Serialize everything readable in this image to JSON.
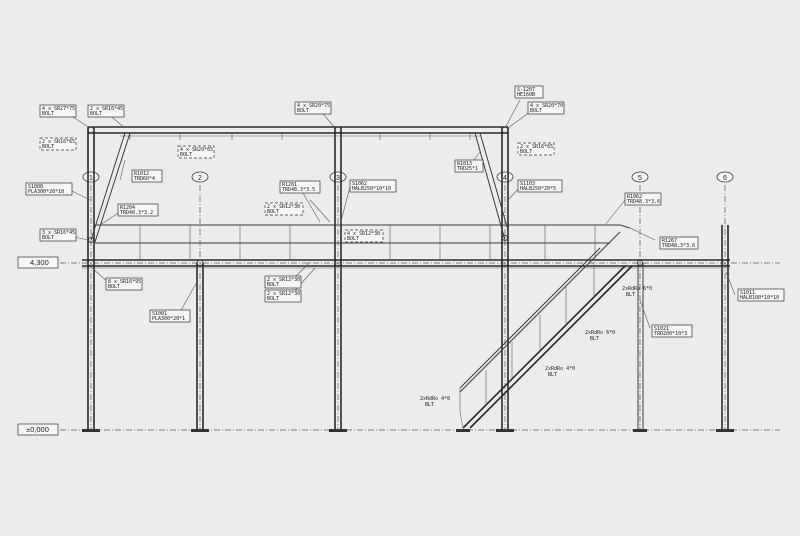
{
  "levels": {
    "top": "4,300",
    "ground": "±0,000"
  },
  "grid_axes": [
    "1",
    "2",
    "3",
    "4",
    "5",
    "6"
  ],
  "labels": {
    "l1": [
      "4 x SR27*75",
      "BOLT"
    ],
    "l2": [
      "2 x SR16*45",
      "BOLT"
    ],
    "l3": [
      "4 x SR20*75",
      "BOLT"
    ],
    "l4": [
      "S-1207",
      "HE160B"
    ],
    "l5": [
      "4 x SR20*70",
      "BOLT"
    ],
    "l6": [
      "2 x SR16*65",
      "BOLT"
    ],
    "l7": [
      "4 x SR20*65",
      "BOLT"
    ],
    "l8": [
      "2 x SR16*65",
      "BOLT"
    ],
    "l9": [
      "R1013",
      "TRD25*1"
    ],
    "l10": [
      "R1012",
      "TRD60*4"
    ],
    "l11": [
      "S1008",
      "PLA300*20*10"
    ],
    "l12": [
      "R1201",
      "TRD48.3*3.5"
    ],
    "l13": [
      "S1062",
      "HALB250*10*10"
    ],
    "l14": [
      "S1103",
      "HALB250*20*5"
    ],
    "l15": [
      "R1204",
      "TRD48.3*3.2"
    ],
    "l16": [
      "2 x SR12*30",
      "BOLT"
    ],
    "l17": [
      "R1062",
      "TRD48.3*3.6"
    ],
    "l18": [
      "4 x SR12*30",
      "BOLT"
    ],
    "l19": [
      "3 x SR16*45",
      "BOLT"
    ],
    "l20": [
      "R1267",
      "TRD48.3*3.6"
    ],
    "l21": [
      "8 x SR16*95",
      "BOLT"
    ],
    "l22": [
      "2 x SR12*30",
      "BOLT"
    ],
    "l23": [
      "2 x SR12*30",
      "BOLT"
    ],
    "l24": [
      "S1011",
      "HALB100*10*10"
    ],
    "l25": [
      "S1001",
      "PLA300*20*1"
    ],
    "l26": [
      "S1021",
      "TRD200*10*3"
    ],
    "l27": [
      "2xRdRo 6*0",
      "BLT"
    ],
    "l28": [
      "2xRdRo 6*0",
      "BLT"
    ],
    "l29": [
      "2xRdRo 4*0",
      "BLT"
    ],
    "l30": [
      "2xRdRo 4*0",
      "BLT"
    ]
  }
}
